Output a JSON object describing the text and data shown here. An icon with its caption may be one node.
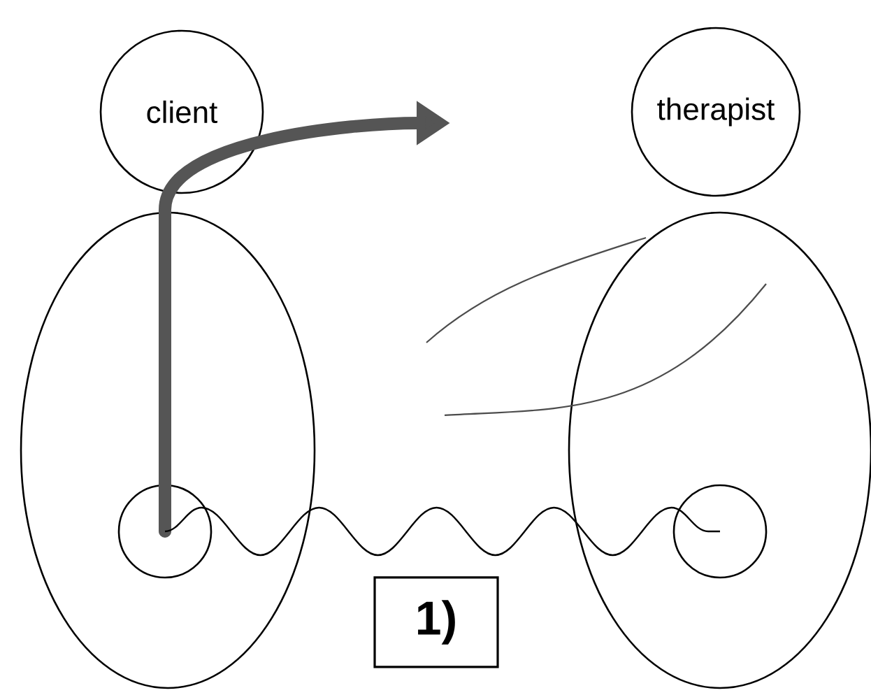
{
  "diagram": {
    "nodes": [
      {
        "text": [
          "client"
        ]
      },
      {
        "text": [],
        "shape": "ellipse"
      },
      {
        "text": [
          "therapist"
        ]
      },
      {
        "text": [],
        "shape": "ellipse"
      },
      {
        "text": [],
        "shape": "circle",
        "in": 1
      },
      {
        "text": [],
        "shape": "circle",
        "in": 3
      },
      {
        "text": [
          "1)"
        ]
      }
    ],
    "edges": [
      {
        "from": 4,
        "to": null,
        "arrow": "to",
        "style": "thick",
        "color": "#555555"
      },
      {
        "from": 4,
        "to": 5,
        "arrow": "none"
      }
    ]
  }
}
